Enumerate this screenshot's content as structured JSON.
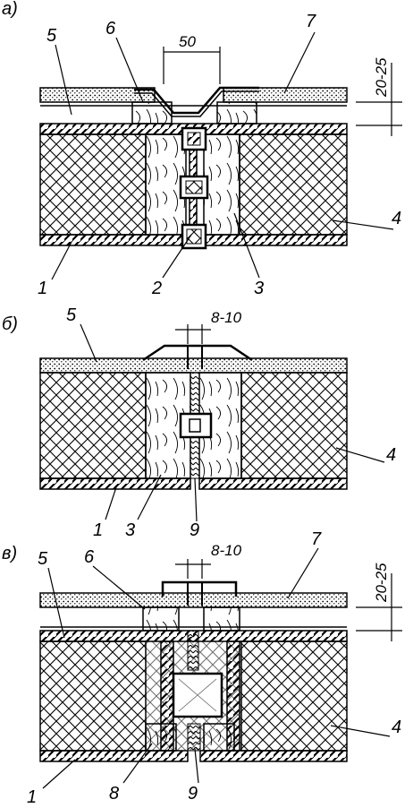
{
  "panels": [
    {
      "letter": "а)",
      "labels": {
        "n1": "1",
        "n2": "2",
        "n3": "3",
        "n4": "4",
        "n5": "5",
        "n6": "6",
        "n7": "7"
      },
      "dims": {
        "width": "50",
        "height": "20-25"
      }
    },
    {
      "letter": "б)",
      "labels": {
        "n1": "1",
        "n3": "3",
        "n4": "4",
        "n5": "5",
        "n9": "9"
      },
      "dims": {
        "gap": "8-10"
      }
    },
    {
      "letter": "в)",
      "labels": {
        "n1": "1",
        "n4": "4",
        "n5": "5",
        "n6": "6",
        "n7": "7",
        "n8": "8",
        "n9": "9"
      },
      "dims": {
        "gap": "8-10",
        "height": "20-25"
      }
    }
  ]
}
